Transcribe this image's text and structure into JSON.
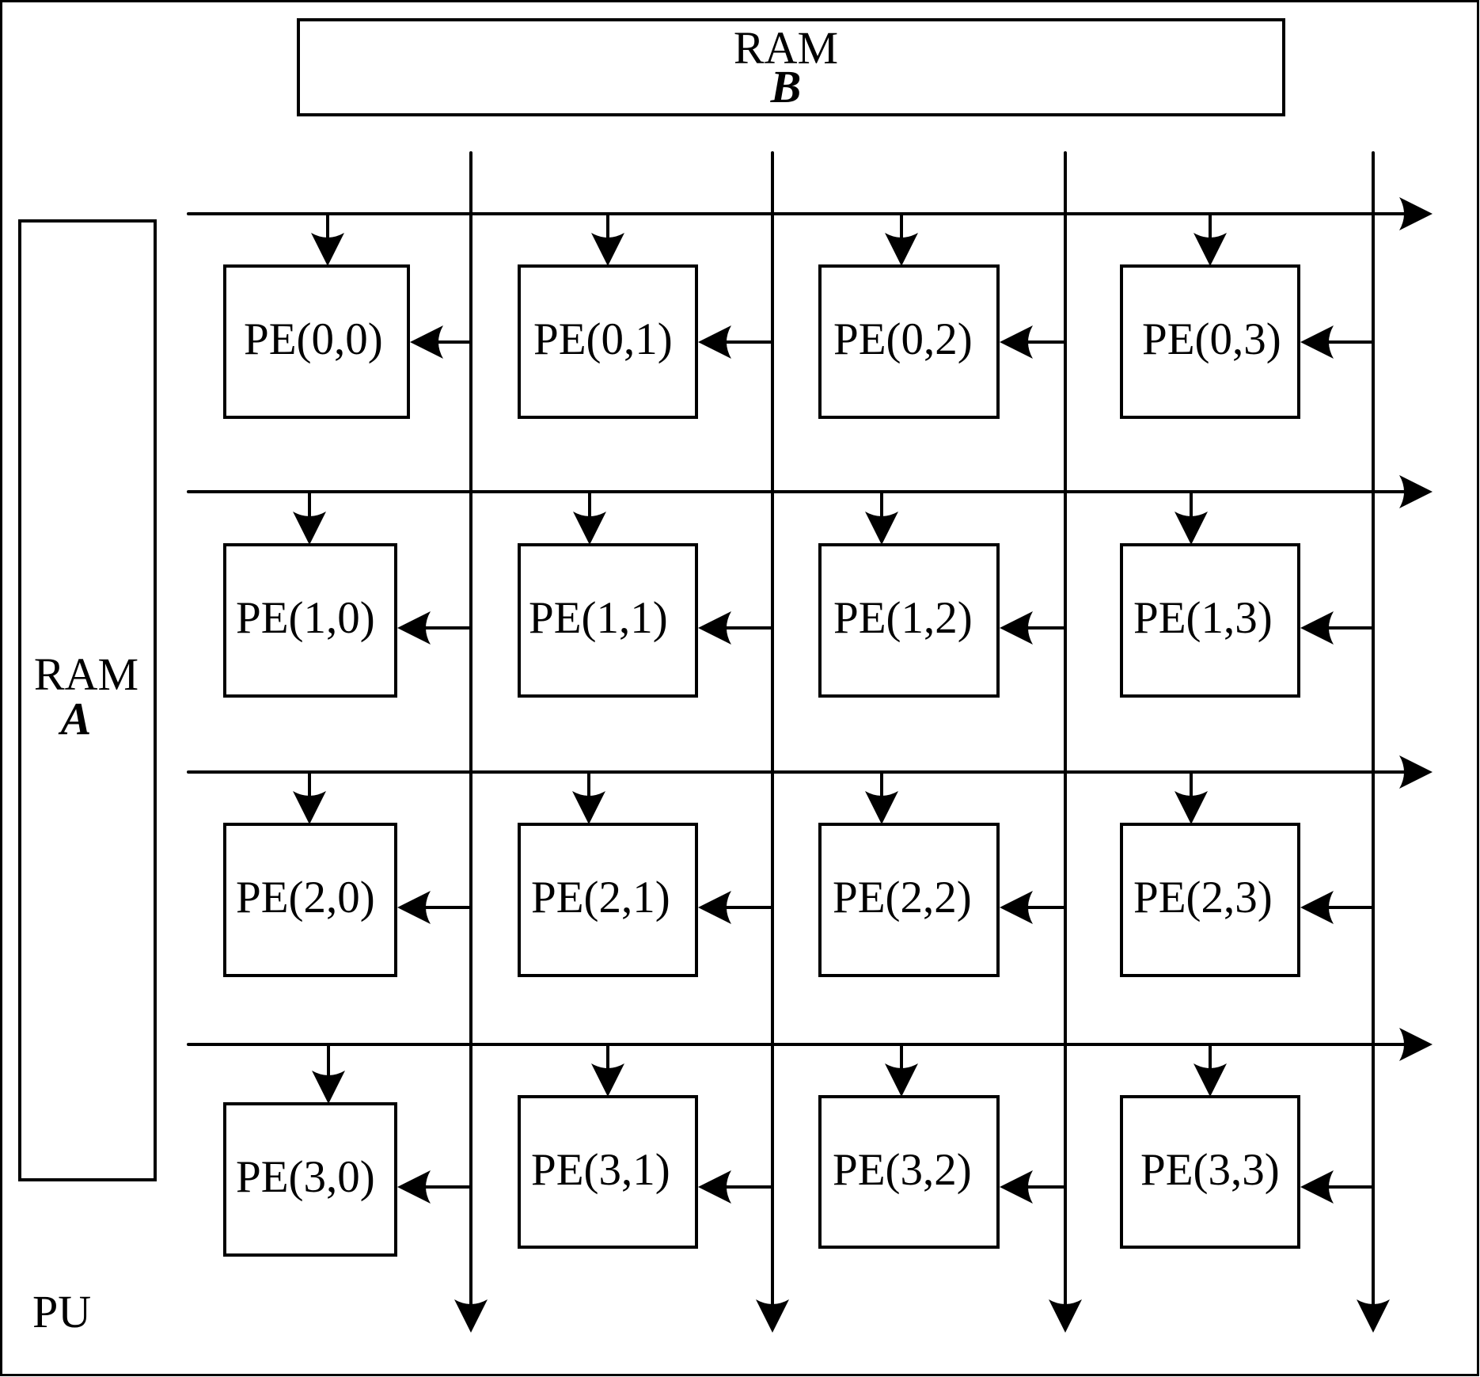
{
  "diagram": {
    "container_label": "PU",
    "ram_b": {
      "title": "RAM",
      "name": "B"
    },
    "ram_a": {
      "title": "RAM",
      "name": "A"
    },
    "pe_grid": {
      "rows": 4,
      "cols": 4,
      "labels": [
        [
          "PE(0,0)",
          "PE(0,1)",
          "PE(0,2)",
          "PE(0,3)"
        ],
        [
          "PE(1,0)",
          "PE(1,1)",
          "PE(1,2)",
          "PE(1,3)"
        ],
        [
          "PE(2,0)",
          "PE(2,1)",
          "PE(2,2)",
          "PE(2,3)"
        ],
        [
          "PE(3,0)",
          "PE(3,1)",
          "PE(3,2)",
          "PE(3,3)"
        ]
      ]
    },
    "connections": {
      "row_buses": "RAM A broadcasts along each row bus (left to right) with a down-arrow into every PE",
      "column_buses": "RAM B feeds each column bus (top to bottom) with a left-arrow into every PE"
    },
    "colors": {
      "stroke": "#000000",
      "background": "#ffffff"
    }
  }
}
